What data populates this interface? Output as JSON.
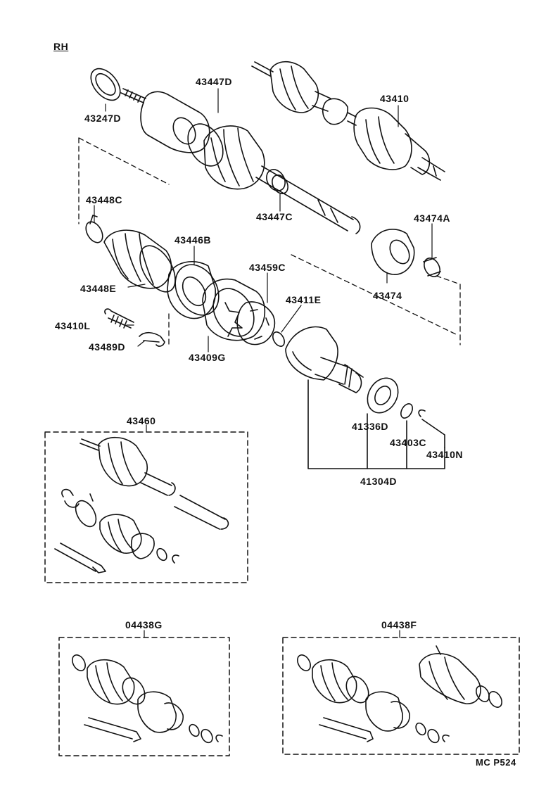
{
  "side_label": "RH",
  "footer_code": "MC P524",
  "parts": {
    "p43247D": "43247D",
    "p43447D": "43447D",
    "p43410": "43410",
    "p43448C": "43448C",
    "p43447C": "43447C",
    "p43474A": "43474A",
    "p43446B": "43446B",
    "p43459C": "43459C",
    "p43448E": "43448E",
    "p43474": "43474",
    "p43411E": "43411E",
    "p43410L": "43410L",
    "p43489D": "43489D",
    "p43409G": "43409G",
    "p41336D": "41336D",
    "p43403C": "43403C",
    "p43410N": "43410N",
    "p41304D": "41304D",
    "p43460": "43460",
    "p04438G": "04438G",
    "p04438F": "04438F"
  },
  "colors": {
    "ink": "#111111",
    "paper": "#ffffff"
  }
}
